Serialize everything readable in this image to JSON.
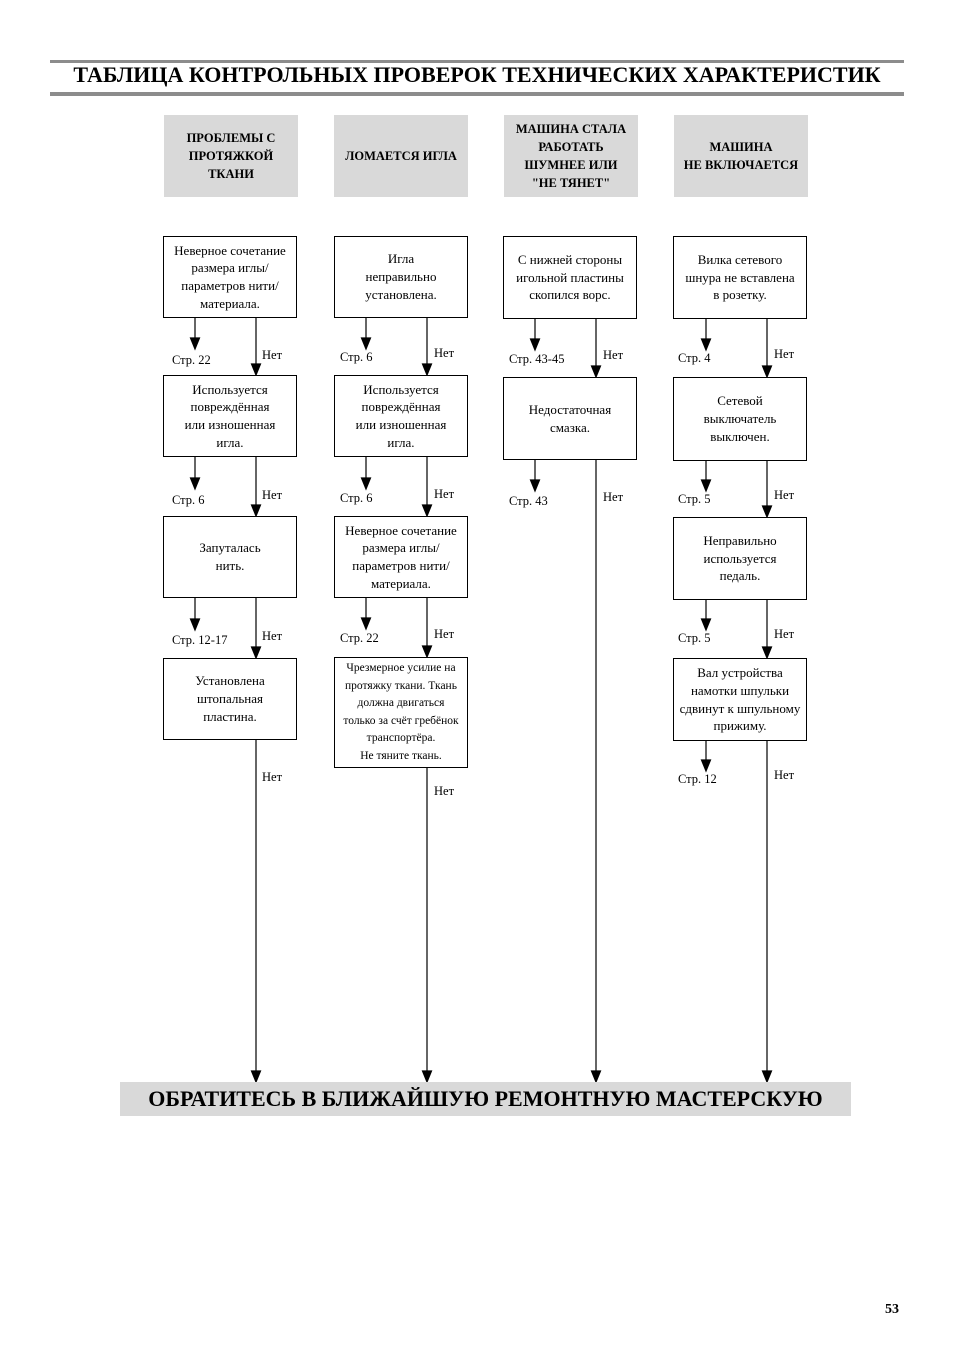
{
  "page": {
    "title": "ТАБЛИЦА КОНТРОЛЬНЫХ ПРОВЕРОК ТЕХНИЧЕСКИХ ХАРАКТЕРИСТИК",
    "footer_banner": "ОБРАТИТЕСЬ В БЛИЖАЙШУЮ РЕМОНТНУЮ МАСТЕРСКУЮ",
    "page_number": "53"
  },
  "colors": {
    "rule": "#8c8c8c",
    "header_fill": "#d9d9d9",
    "banner_fill": "#d9d9d9"
  },
  "columns": [
    {
      "header": "ПРОБЛЕМЫ С\nПРОТЯЖКОЙ\nТКАНИ",
      "steps": [
        {
          "text": "Неверное сочетание\nразмера иглы/\nпараметров нити/\nматериала.",
          "page_ref": "Стр. 22",
          "no": "Нет"
        },
        {
          "text": "Используется\nповреждённая\nили изношенная\nигла.",
          "page_ref": "Стр. 6",
          "no": "Нет"
        },
        {
          "text": "Запуталась\nнить.",
          "page_ref": "Стр. 12-17",
          "no": "Нет"
        },
        {
          "text": "Установлена\nштопальная\nпластина.",
          "no": "Нет"
        }
      ]
    },
    {
      "header": "ЛОМАЕТСЯ ИГЛА",
      "steps": [
        {
          "text": "Игла\nнеправильно\nустановлена.",
          "page_ref": "Стр. 6",
          "no": "Нет"
        },
        {
          "text": "Используется\nповреждённая\nили изношенная\nигла.",
          "page_ref": "Стр. 6",
          "no": "Нет"
        },
        {
          "text": "Неверное сочетание\nразмера иглы/\nпараметров нити/\nматериала.",
          "page_ref": "Стр. 22",
          "no": "Нет"
        },
        {
          "text": "Чрезмерное усилие на\nпротяжку ткани. Ткань\nдолжна двигаться\nтолько за счёт гребёнок\nтранспортёра.\nНе тяните ткань.",
          "no": "Нет"
        }
      ]
    },
    {
      "header": "МАШИНА СТАЛА\nРАБОТАТЬ\nШУМНЕЕ ИЛИ\n\"НЕ ТЯНЕТ\"",
      "steps": [
        {
          "text": "С нижней стороны\nигольной пластины\nскопился ворс.",
          "page_ref": "Стр. 43-45",
          "no": "Нет"
        },
        {
          "text": "Недостаточная\nсмазка.",
          "page_ref": "Стр. 43",
          "no": "Нет"
        }
      ]
    },
    {
      "header": "МАШИНА\nНЕ ВКЛЮЧАЕТСЯ",
      "steps": [
        {
          "text": "Вилка сетевого\nшнура не вставлена\nв розетку.",
          "page_ref": "Стр. 4",
          "no": "Нет"
        },
        {
          "text": "Сетевой\nвыключатель\nвыключен.",
          "page_ref": "Стр. 5",
          "no": "Нет"
        },
        {
          "text": "Неправильно\nиспользуется\nпедаль.",
          "page_ref": "Стр. 5",
          "no": "Нет"
        },
        {
          "text": "Вал устройства\nнамотки шпульки\nсдвинут к шпульному\nприжиму.",
          "page_ref": "Стр. 12",
          "no": "Нет"
        }
      ]
    }
  ]
}
